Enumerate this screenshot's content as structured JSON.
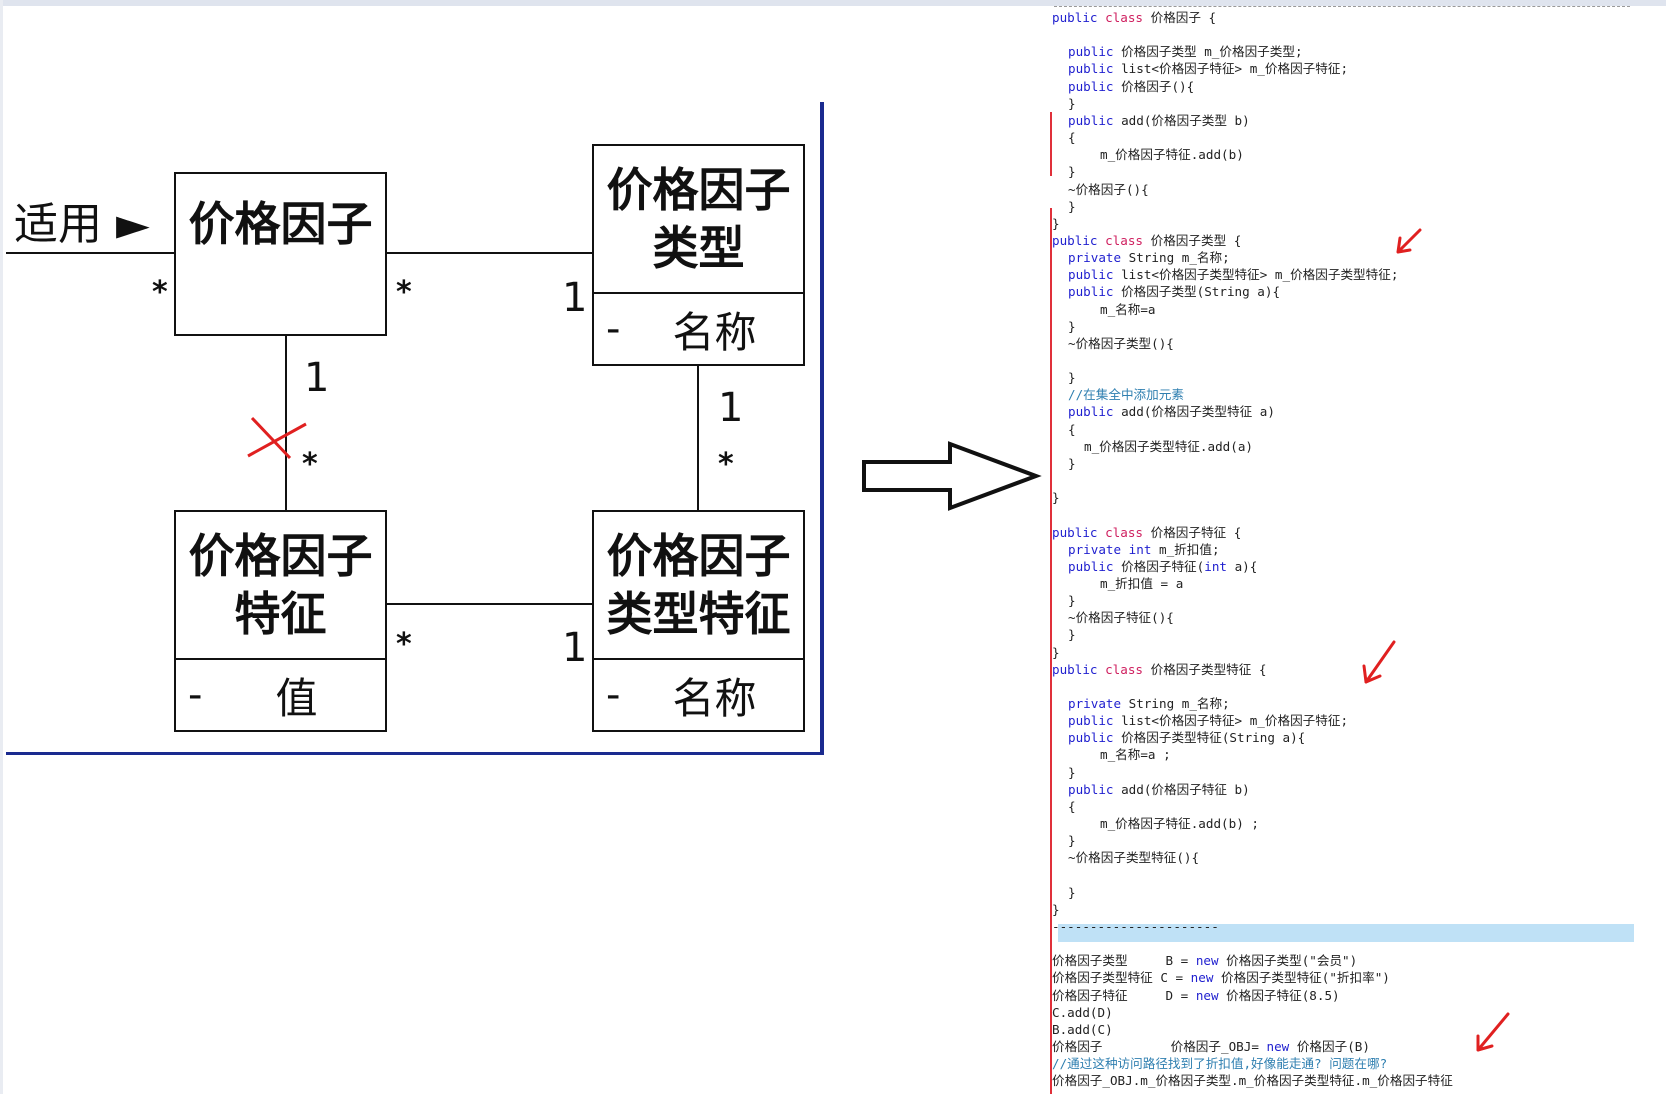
{
  "diagram": {
    "apply_label": "适用 ►",
    "classes": {
      "price_factor": {
        "name": "价格因子"
      },
      "price_factor_type": {
        "name_l1": "价格因子",
        "name_l2": "类型",
        "attr_vis": "-",
        "attr_name": "名称"
      },
      "price_factor_feature": {
        "name_l1": "价格因子",
        "name_l2": "特征",
        "attr_vis": "-",
        "attr_name": "值"
      },
      "price_factor_type_feature": {
        "name_l1": "价格因子",
        "name_l2": "类型特征",
        "attr_vis": "-",
        "attr_name": "名称"
      }
    },
    "multiplicities": {
      "apply_star": "*",
      "pf_right_star": "*",
      "type_left_one": "1",
      "pf_bottom_one": "1",
      "feature_top_star": "*",
      "type_bottom_one": "1",
      "typefeature_top_star": "*",
      "feature_right_star": "*",
      "typefeature_left_one": "1"
    },
    "annotations": {
      "cross_mark": "×"
    },
    "colors": {
      "frame": "#1a2a8f",
      "cross": "#e02020",
      "arrow_fill": "#ffffff"
    }
  },
  "code": {
    "lines": [
      {
        "text": "public class 价格因子 {",
        "indent": 0
      },
      {
        "text": "",
        "indent": 0
      },
      {
        "text": "public 价格因子类型 m_价格因子类型;",
        "indent": 1
      },
      {
        "text": "public list<价格因子特征> m_价格因子特征;",
        "indent": 1
      },
      {
        "text": "public 价格因子(){",
        "indent": 1
      },
      {
        "text": "}",
        "indent": 1
      },
      {
        "text": "public add(价格因子类型 b)",
        "indent": 1
      },
      {
        "text": "{",
        "indent": 1
      },
      {
        "text": "m_价格因子特征.add(b)",
        "indent": 3
      },
      {
        "text": "}",
        "indent": 1
      },
      {
        "text": "~价格因子(){",
        "indent": 1
      },
      {
        "text": "}",
        "indent": 1
      },
      {
        "text": "}",
        "indent": 0
      },
      {
        "text": "public class 价格因子类型 {",
        "indent": 0
      },
      {
        "text": "private String m_名称;",
        "indent": 1
      },
      {
        "text": "public list<价格因子类型特征> m_价格因子类型特征;",
        "indent": 1
      },
      {
        "text": "public 价格因子类型(String a){",
        "indent": 1
      },
      {
        "text": "m_名称=a",
        "indent": 3
      },
      {
        "text": "}",
        "indent": 1
      },
      {
        "text": "~价格因子类型(){",
        "indent": 1
      },
      {
        "text": "",
        "indent": 0
      },
      {
        "text": "}",
        "indent": 1
      },
      {
        "text": "//在集全中添加元素",
        "indent": 1
      },
      {
        "text": "public add(价格因子类型特征 a)",
        "indent": 1
      },
      {
        "text": "{",
        "indent": 1
      },
      {
        "text": "m_价格因子类型特征.add(a)",
        "indent": 2
      },
      {
        "text": "}",
        "indent": 1
      },
      {
        "text": "",
        "indent": 0
      },
      {
        "text": "}",
        "indent": 0
      },
      {
        "text": "",
        "indent": 0
      },
      {
        "text": "public class 价格因子特征 {",
        "indent": 0
      },
      {
        "text": "private int m_折扣值;",
        "indent": 1
      },
      {
        "text": "public 价格因子特征(int a){",
        "indent": 1
      },
      {
        "text": "m_折扣值 = a",
        "indent": 3
      },
      {
        "text": "}",
        "indent": 1
      },
      {
        "text": "~价格因子特征(){",
        "indent": 1
      },
      {
        "text": "}",
        "indent": 1
      },
      {
        "text": "}",
        "indent": 0
      },
      {
        "text": "public class 价格因子类型特征 {",
        "indent": 0
      },
      {
        "text": "",
        "indent": 0
      },
      {
        "text": "private String m_名称;",
        "indent": 1
      },
      {
        "text": "public list<价格因子特征> m_价格因子特征;",
        "indent": 1
      },
      {
        "text": "public 价格因子类型特征(String a){",
        "indent": 1
      },
      {
        "text": "m_名称=a ;",
        "indent": 3
      },
      {
        "text": "}",
        "indent": 1
      },
      {
        "text": "public add(价格因子特征 b)",
        "indent": 1
      },
      {
        "text": "{",
        "indent": 1
      },
      {
        "text": "m_价格因子特征.add(b) ;",
        "indent": 3
      },
      {
        "text": "}",
        "indent": 1
      },
      {
        "text": "~价格因子类型特征(){",
        "indent": 1
      },
      {
        "text": "",
        "indent": 0
      },
      {
        "text": "}",
        "indent": 1
      },
      {
        "text": "}",
        "indent": 0
      },
      {
        "text": "----------------------",
        "indent": 0
      },
      {
        "text": "",
        "indent": 0
      },
      {
        "text": "价格因子类型     B = new 价格因子类型(\"会员\")",
        "indent": 0
      },
      {
        "text": "价格因子类型特征 C = new 价格因子类型特征(\"折扣率\")",
        "indent": 0
      },
      {
        "text": "价格因子特征     D = new 价格因子特征(8.5)",
        "indent": 0
      },
      {
        "text": "C.add(D)",
        "indent": 0
      },
      {
        "text": "B.add(C)",
        "indent": 0
      },
      {
        "text": "价格因子         价格因子_OBJ= new 价格因子(B)",
        "indent": 0
      },
      {
        "text": "//通过这种访问路径找到了折扣值,好像能走通? 问题在哪?",
        "indent": 0
      },
      {
        "text": "价格因子_OBJ.m_价格因子类型.m_价格因子类型特征.m_价格因子特征",
        "indent": 0
      }
    ],
    "colors": {
      "keyword": "#1f1fcf",
      "class_keyword": "#cf1f5f",
      "comment": "#2f7fb0",
      "margin_bar": "#e0303a",
      "highlight": "#bfe1f6"
    }
  }
}
